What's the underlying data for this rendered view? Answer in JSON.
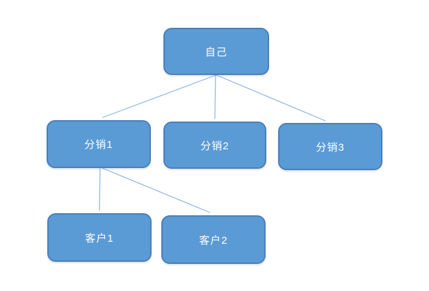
{
  "diagram": {
    "type": "tree",
    "title": "",
    "colors": {
      "node_fill": "#5b9bd5",
      "node_border": "#4a7ebb",
      "node_text": "#ffffff",
      "connector": "#8cb2e2",
      "background": "#ffffff"
    },
    "nodes": [
      {
        "id": "self",
        "label": "自己",
        "level": 0
      },
      {
        "id": "dist1",
        "label": "分销1",
        "level": 1
      },
      {
        "id": "dist2",
        "label": "分销2",
        "level": 1
      },
      {
        "id": "dist3",
        "label": "分销3",
        "level": 1
      },
      {
        "id": "cust1",
        "label": "客户1",
        "level": 2
      },
      {
        "id": "cust2",
        "label": "客户2",
        "level": 2
      }
    ],
    "edges": [
      {
        "from": "自己",
        "to": "分销1"
      },
      {
        "from": "自己",
        "to": "分销2"
      },
      {
        "from": "自己",
        "to": "分销3"
      },
      {
        "from": "分销1",
        "to": "客户1"
      },
      {
        "from": "分销1",
        "to": "客户2"
      }
    ]
  }
}
